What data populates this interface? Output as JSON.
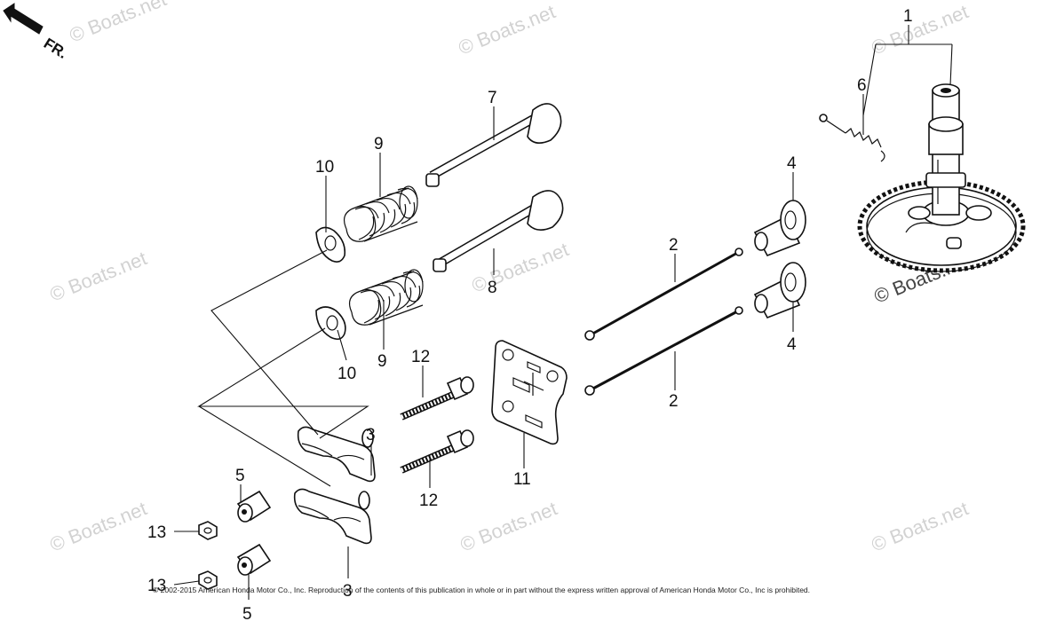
{
  "orientation": {
    "label": "FR.",
    "icon": "front-arrow-icon"
  },
  "watermark": "© Boats.net",
  "callouts": {
    "c1": "1",
    "c2a": "2",
    "c2b": "2",
    "c3a": "3",
    "c3b": "3",
    "c4a": "4",
    "c4b": "4",
    "c5a": "5",
    "c5b": "5",
    "c6": "6",
    "c7": "7",
    "c8": "8",
    "c9a": "9",
    "c9b": "9",
    "c10a": "10",
    "c10b": "10",
    "c11": "11",
    "c12a": "12",
    "c12b": "12",
    "c13a": "13",
    "c13b": "13"
  },
  "copyright": "© 2002-2015 American Honda Motor Co., Inc. Reproduction of the contents of this publication in whole or in part without the express written approval of American Honda Motor Co., Inc is prohibited."
}
